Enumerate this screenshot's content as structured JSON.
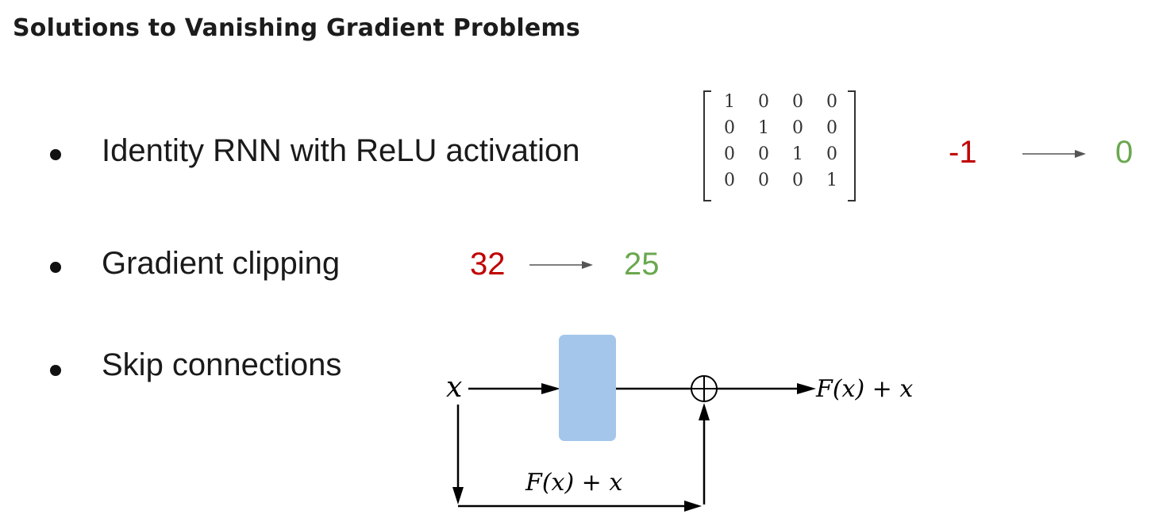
{
  "title": "Solutions to Vanishing Gradient Problems",
  "bullets": [
    {
      "label": "Identity RNN with ReLU activation"
    },
    {
      "label": "Gradient clipping"
    },
    {
      "label": "Skip connections"
    }
  ],
  "identity_matrix": [
    [
      "1",
      "0",
      "0",
      "0"
    ],
    [
      "0",
      "1",
      "0",
      "0"
    ],
    [
      "0",
      "0",
      "1",
      "0"
    ],
    [
      "0",
      "0",
      "0",
      "1"
    ]
  ],
  "relu_example": {
    "from": "-1",
    "to": "0"
  },
  "clip_example": {
    "from": "32",
    "to": "25"
  },
  "skip_diagram": {
    "input": "x",
    "output": "F(x) + x",
    "bottom_label": "F(x) + x",
    "block_color": "#a4c6ea"
  },
  "colors": {
    "before": "#c00000",
    "after": "#6aa84f"
  }
}
